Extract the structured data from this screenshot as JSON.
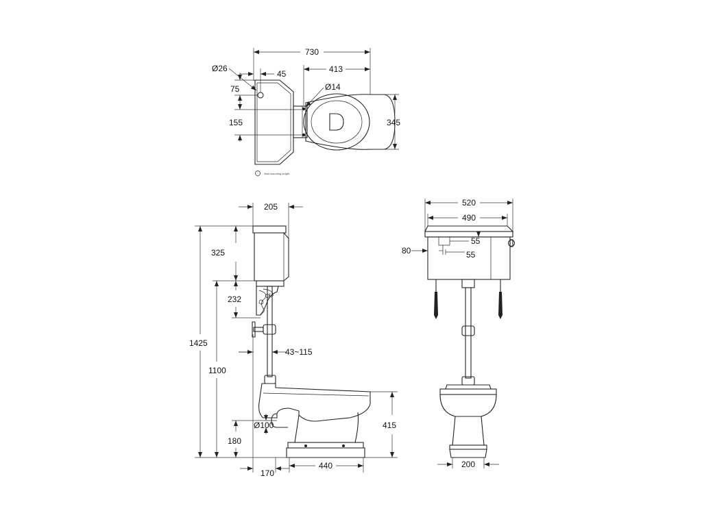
{
  "top_view": {
    "overall_width": "730",
    "seat_offset": "413",
    "pipe_diameter": "Ø26",
    "pipe_offset": "45",
    "pipe_height": "75",
    "bracket_spacing": "155",
    "fixing_hole": "Ø14",
    "depth": "345",
    "legend_text": "Wall mounting height"
  },
  "side_view": {
    "cistern_depth": "205",
    "cistern_height": "325",
    "bracket_height": "232",
    "total_height": "1425",
    "cistern_base_height": "1100",
    "flush_pipe_adjust": "43~115",
    "outlet_diameter": "Ø100",
    "outlet_height": "180",
    "pan_height": "415",
    "outlet_setback": "170",
    "pan_depth": "440"
  },
  "front_view": {
    "cistern_width": "520",
    "inner_width": "490",
    "lever_height": "80",
    "dim_55_a": "55",
    "dim_55_b": "55",
    "pedestal_width": "200"
  }
}
